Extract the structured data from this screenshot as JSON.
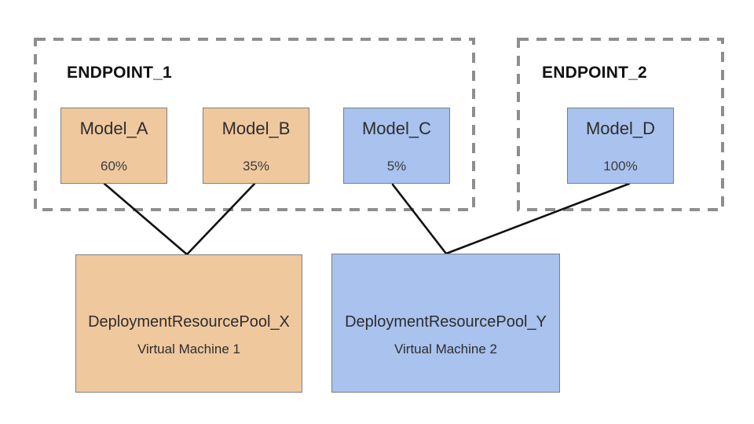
{
  "colors": {
    "orange-fill": "#f0c89e",
    "blue-fill": "#a9c2ee",
    "box-border": "#7f7f7f",
    "dash-border": "#8e8e8e",
    "line": "#111111",
    "text": "#2d2d2d",
    "title": "#111111"
  },
  "endpoints": {
    "e1": {
      "label": "ENDPOINT_1"
    },
    "e2": {
      "label": "ENDPOINT_2"
    }
  },
  "models": {
    "a": {
      "name": "Model_A",
      "traffic": "60%"
    },
    "b": {
      "name": "Model_B",
      "traffic": "35%"
    },
    "c": {
      "name": "Model_C",
      "traffic": "5%"
    },
    "d": {
      "name": "Model_D",
      "traffic": "100%"
    }
  },
  "pools": {
    "x": {
      "name": "DeploymentResourcePool_X",
      "machine": "Virtual Machine 1"
    },
    "y": {
      "name": "DeploymentResourcePool_Y",
      "machine": "Virtual Machine 2"
    }
  }
}
